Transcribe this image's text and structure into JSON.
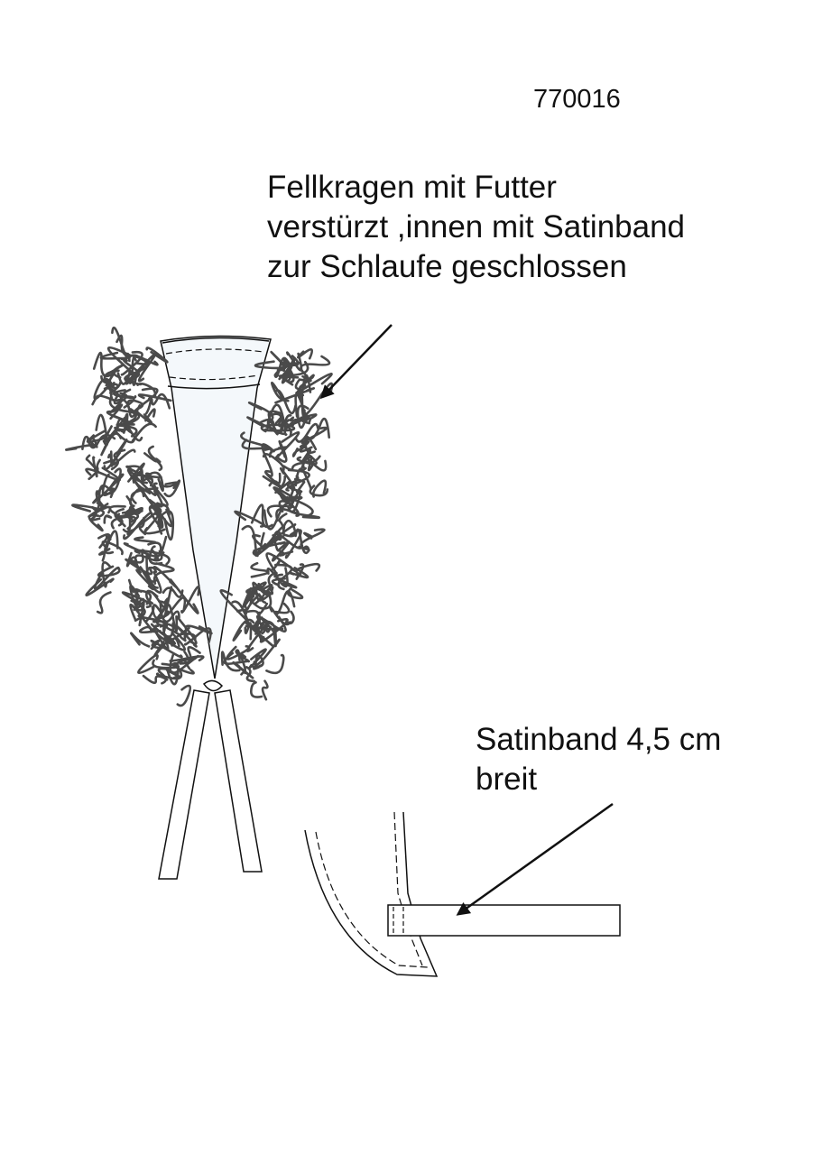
{
  "article_number": "770016",
  "annotations": {
    "collar": {
      "lines": [
        "Fellkragen mit Futter",
        "verstürzt ,innen mit Satinband",
        "zur Schlaufe geschlossen"
      ]
    },
    "ribbon": {
      "lines": [
        "Satinband 4,5 cm",
        "breit"
      ]
    }
  },
  "colors": {
    "ink": "#111111",
    "fur": "#4a4a4a",
    "lining": "#f4f8fb"
  }
}
